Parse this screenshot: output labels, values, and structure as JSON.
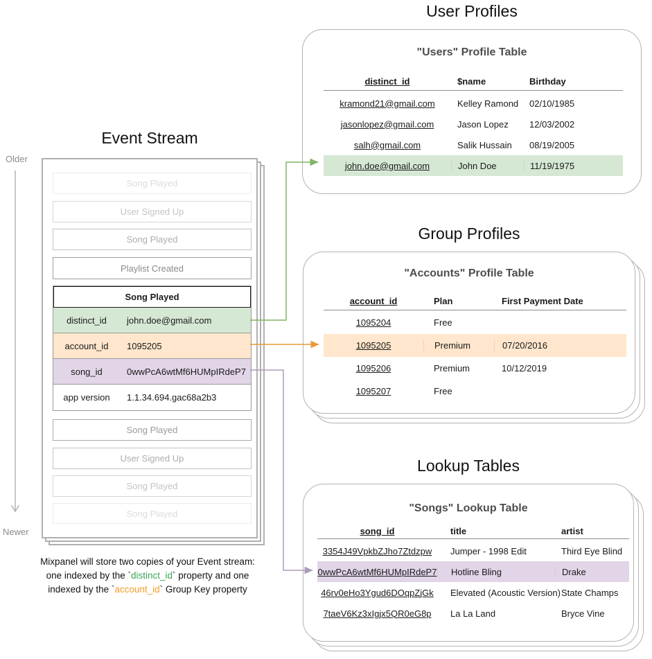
{
  "event_stream": {
    "title": "Event Stream",
    "older_label": "Older",
    "newer_label": "Newer",
    "events_before": [
      "Song Played",
      "User Signed Up",
      "Song Played",
      "Playlist Created"
    ],
    "expanded_event": {
      "title": "Song Played",
      "properties": [
        {
          "key": "distinct_id",
          "value": "john.doe@gmail.com",
          "highlight": "green"
        },
        {
          "key": "account_id",
          "value": "1095205",
          "highlight": "orange"
        },
        {
          "key": "song_id",
          "value": "0wwPcA6wtMf6HUMpIRdeP7",
          "highlight": "purple"
        },
        {
          "key": "app version",
          "value": "1.1.34.694.gac68a2b3",
          "highlight": "none"
        }
      ]
    },
    "events_after": [
      "Song Played",
      "User Signed Up",
      "Song Played",
      "Song Played"
    ]
  },
  "caption": {
    "line1": "Mixpanel will store two copies of your Event stream:",
    "line2_pre": "one indexed by the `",
    "line2_code": "distinct_id",
    "line2_post": "` property and one",
    "line3_pre": "indexed by the `",
    "line3_code": "account_id",
    "line3_post": "` Group Key property"
  },
  "user_profiles": {
    "section_title": "User Profiles",
    "card_title": "\"Users\" Profile Table",
    "columns": [
      "distinct_id",
      "$name",
      "Birthday"
    ],
    "rows": [
      [
        "kramond21@gmail.com",
        "Kelley Ramond",
        "02/10/1985"
      ],
      [
        "jasonlopez@gmail.com",
        "Jason Lopez",
        "12/03/2002"
      ],
      [
        "salh@gmail.com",
        "Salik Hussain",
        "08/19/2005"
      ],
      [
        "john.doe@gmail.com",
        "John Doe",
        "11/19/1975"
      ]
    ],
    "highlighted_row_index": 3
  },
  "group_profiles": {
    "section_title": "Group Profiles",
    "card_title": "\"Accounts\" Profile Table",
    "columns": [
      "account_id",
      "Plan",
      "First Payment Date"
    ],
    "rows": [
      [
        "1095204",
        "Free",
        ""
      ],
      [
        "1095205",
        "Premium",
        "07/20/2016"
      ],
      [
        "1095206",
        "Premium",
        "10/12/2019"
      ],
      [
        "1095207",
        "Free",
        ""
      ]
    ],
    "highlighted_row_index": 1
  },
  "lookup_tables": {
    "section_title": "Lookup Tables",
    "card_title": "\"Songs\" Lookup Table",
    "columns": [
      "song_id",
      "title",
      "artist"
    ],
    "rows": [
      [
        "3354J49VpkbZJho7Ztdzpw",
        "Jumper - 1998 Edit",
        "Third Eye Blind"
      ],
      [
        "0wwPcA6wtMf6HUMpIRdeP7",
        "Hotline Bling",
        "Drake"
      ],
      [
        "46rv0eHo3Ygud6DOqpZjGk",
        "Elevated (Acoustic Version)",
        "State Champs"
      ],
      [
        "7taeV6Kz3xIgjx5QR0eG8p",
        "La La Land",
        "Bryce Vine"
      ]
    ],
    "highlighted_row_index": 1
  },
  "colors": {
    "highlight_green": "#d5e8d4",
    "highlight_orange": "#ffe6cc",
    "highlight_purple": "#e1d5e7",
    "arrow_green": "#82b366",
    "arrow_orange": "#e69a38",
    "arrow_purple": "#ab9cba",
    "caption_green": "#3aa757",
    "caption_orange": "#f59b23"
  }
}
